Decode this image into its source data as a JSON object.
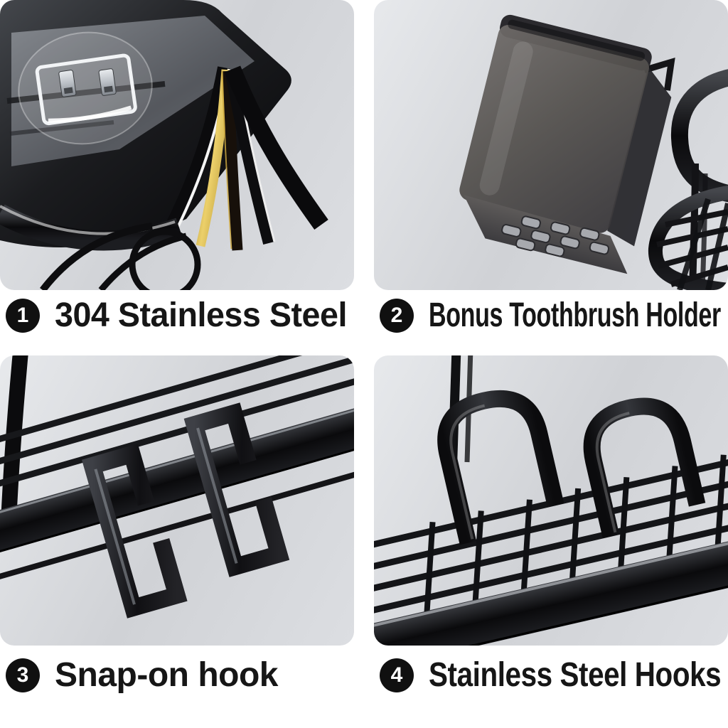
{
  "page": {
    "background": "#ffffff"
  },
  "features": [
    {
      "number": "1",
      "label": "304 Stainless Steel",
      "scene": "layered steel strips peeling from black shelf with adhesive wall hooks"
    },
    {
      "number": "2",
      "label": "Bonus Toothbrush Holder",
      "scene": "translucent smoky cup with drain holes hanging on black wire rack"
    },
    {
      "number": "3",
      "label": "Snap-on hook",
      "scene": "two glossy black square snap-on hooks clipped to rack rail"
    },
    {
      "number": "4",
      "label": "Stainless Steel Hooks",
      "scene": "black steel arch hooks rising from wire shelf"
    }
  ],
  "colors": {
    "badge": "#101010",
    "label_text": "#161616",
    "photo_bg_light": "#e7e9ec",
    "photo_bg_dark": "#d0d2d6",
    "product_black": "#0b0b0d",
    "gold_layer": "#d9b545",
    "silver_layer": "#f4f4f4"
  }
}
